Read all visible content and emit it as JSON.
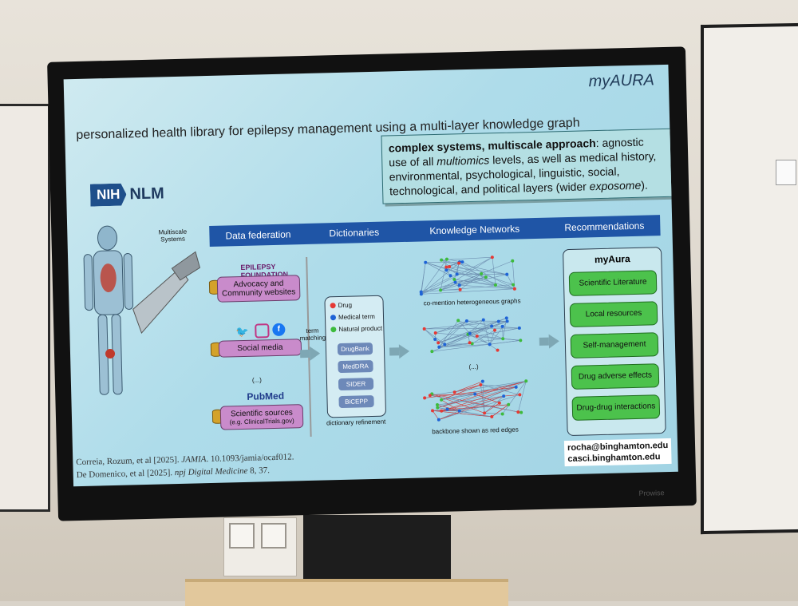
{
  "slide": {
    "brand": "myAURA",
    "title": "personalized health library for epilepsy management using a multi-layer knowledge graph",
    "nih": "NIH",
    "nlm": "NLM",
    "callout": {
      "lead": "complex systems, multiscale approach",
      "l1": ": agnostic",
      "l2a": "use of all ",
      "l2b": "multiomics",
      "l2c": " levels, as well as medical history,",
      "l3": "environmental, psychological, linguistic, social,",
      "l4a": "technological, and political layers (wider ",
      "l4b": "exposome",
      "l4c": ")."
    },
    "figure_labels": {
      "multiscale": "Multiscale Systems"
    },
    "pipeline": [
      "Data federation",
      "Dictionaries",
      "Knowledge Networks",
      "Recommendations"
    ],
    "sources": [
      {
        "logo": "EPILEPSY FOUNDATION",
        "label": "Advocacy and Community websites",
        "sub": ""
      },
      {
        "logo": "",
        "label": "Social media",
        "sub": ""
      },
      {
        "logo": "PubMed",
        "label": "Scientific sources",
        "sub": "(e.g. ClinicalTrials.gov)"
      }
    ],
    "ellipsis": "(...)",
    "term_matching": "term matching",
    "legend": [
      {
        "label": "Drug",
        "color": "#e53935"
      },
      {
        "label": "Medical term",
        "color": "#1e63d6"
      },
      {
        "label": "Natural product",
        "color": "#3dbb3d"
      }
    ],
    "dictionaries": [
      "DrugBank",
      "MedDRA",
      "SIDER",
      "BiCEPP"
    ],
    "dict_refinement": "dictionary refinement",
    "net_labels": {
      "comention": "co-mention heterogeneous graphs",
      "backbone": "backbone shown as red edges"
    },
    "reco_title": "myAura",
    "recommendations": [
      "Scientific Literature",
      "Local resources",
      "Self-management",
      "Drug adverse effects",
      "Drug-drug interactions"
    ],
    "refs": {
      "r1a": "Correia, Rozum, et al [2025]. ",
      "r1b": "JAMIA",
      "r1c": ". 10.1093/jamia/ocaf012.",
      "r2a": "De Domenico, et al [2025]. ",
      "r2b": "npj Digital Medicine",
      "r2c": " 8, 37."
    },
    "contact": [
      "rocha@binghamton.edu",
      "casci.binghamton.edu"
    ]
  },
  "tv_brand": "Prowise"
}
